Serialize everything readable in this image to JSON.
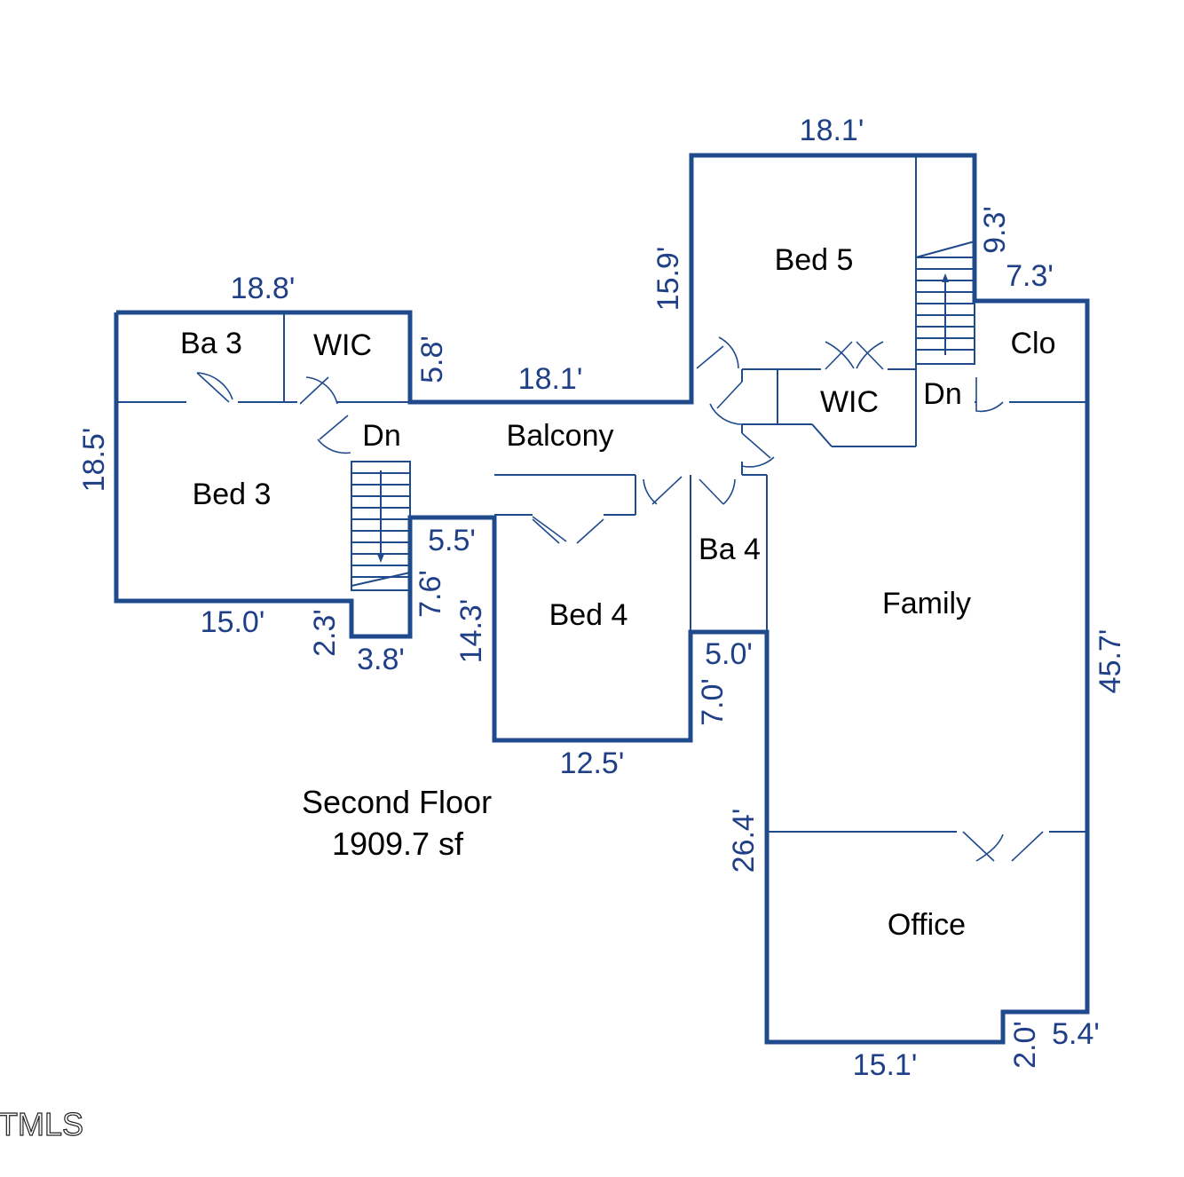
{
  "rooms": {
    "bed5": "Bed 5",
    "ba3": "Ba 3",
    "wic_left": "WIC",
    "wic_right": "WIC",
    "clo": "Clo",
    "dn_left": "Dn",
    "dn_right": "Dn",
    "balcony": "Balcony",
    "bed3": "Bed 3",
    "ba4": "Ba 4",
    "family": "Family",
    "bed4": "Bed 4",
    "office": "Office"
  },
  "dimensions": {
    "bed5_top": "18.1'",
    "bed5_left": "15.9'",
    "stair_right": "9.3'",
    "clo_top": "7.3'",
    "left_top": "18.8'",
    "left_step": "5.8'",
    "balcony_top": "18.1'",
    "left_side": "18.5'",
    "bed4_step": "5.5'",
    "stair_left": "7.6'",
    "bed3_bottom": "15.0'",
    "stair_step": "2.3'",
    "stair_bottom": "3.8'",
    "bed4_left": "14.3'",
    "ba4_step": "5.0'",
    "ba4_side": "7.0'",
    "bed4_bottom": "12.5'",
    "right_side": "45.7'",
    "office_left": "26.4'",
    "office_bottom": "15.1'",
    "office_step": "2.0'",
    "office_step_right": "5.4'"
  },
  "caption": {
    "line1": "Second Floor",
    "line2": "1909.7 sf"
  },
  "watermark": "TMLS",
  "colors": {
    "wall": "#1f4a8c",
    "dimension_text": "#1f3f87"
  }
}
